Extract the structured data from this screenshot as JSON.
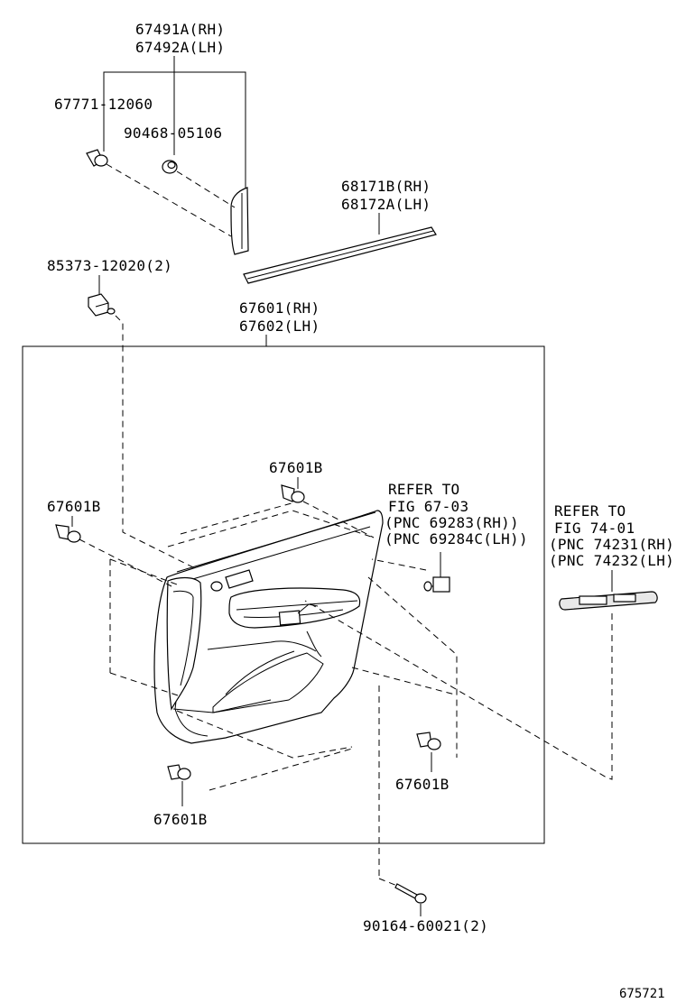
{
  "labels": {
    "garnish_rh": "67491A(RH)",
    "garnish_lh": "67492A(LH)",
    "clip_a": "67771-12060",
    "clip_b": "90468-05106",
    "weatherstrip_rh": "68171B(RH)",
    "weatherstrip_lh": "68172A(LH)",
    "cushion": "85373-12020(2)",
    "panel_rh": "67601(RH)",
    "panel_lh": "67602(LH)",
    "clip_top": "67601B",
    "clip_left": "67601B",
    "clip_bottom": "67601B",
    "clip_right": "67601B",
    "screw": "90164-60021(2)",
    "fig_code": "675721"
  },
  "refs": {
    "ref1_line1": "REFER TO",
    "ref1_line2": "FIG 67-03",
    "ref1_line3": "(PNC 69283(RH))",
    "ref1_line4": "(PNC 69284C(LH))",
    "ref2_line1": "REFER TO",
    "ref2_line2": "FIG 74-01",
    "ref2_line3": "(PNC 74231(RH)",
    "ref2_line4": "(PNC 74232(LH)"
  }
}
